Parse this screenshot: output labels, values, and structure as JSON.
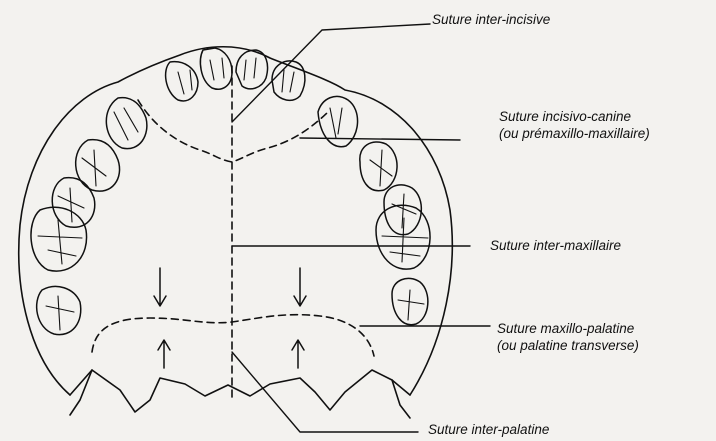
{
  "labels": {
    "inter_incisive": "Suture inter-incisive",
    "incisivo_canine": [
      "Suture incisivo-canine",
      "(ou prémaxillo-maxillaire)"
    ],
    "inter_maxillaire": "Suture inter-maxillaire",
    "maxillo_palatine": [
      "Suture maxillo-palatine",
      "(ou palatine transverse)"
    ],
    "inter_palatine": "Suture inter-palatine"
  },
  "colors": {
    "ink": "#111111",
    "paper": "#f3f2ef"
  }
}
